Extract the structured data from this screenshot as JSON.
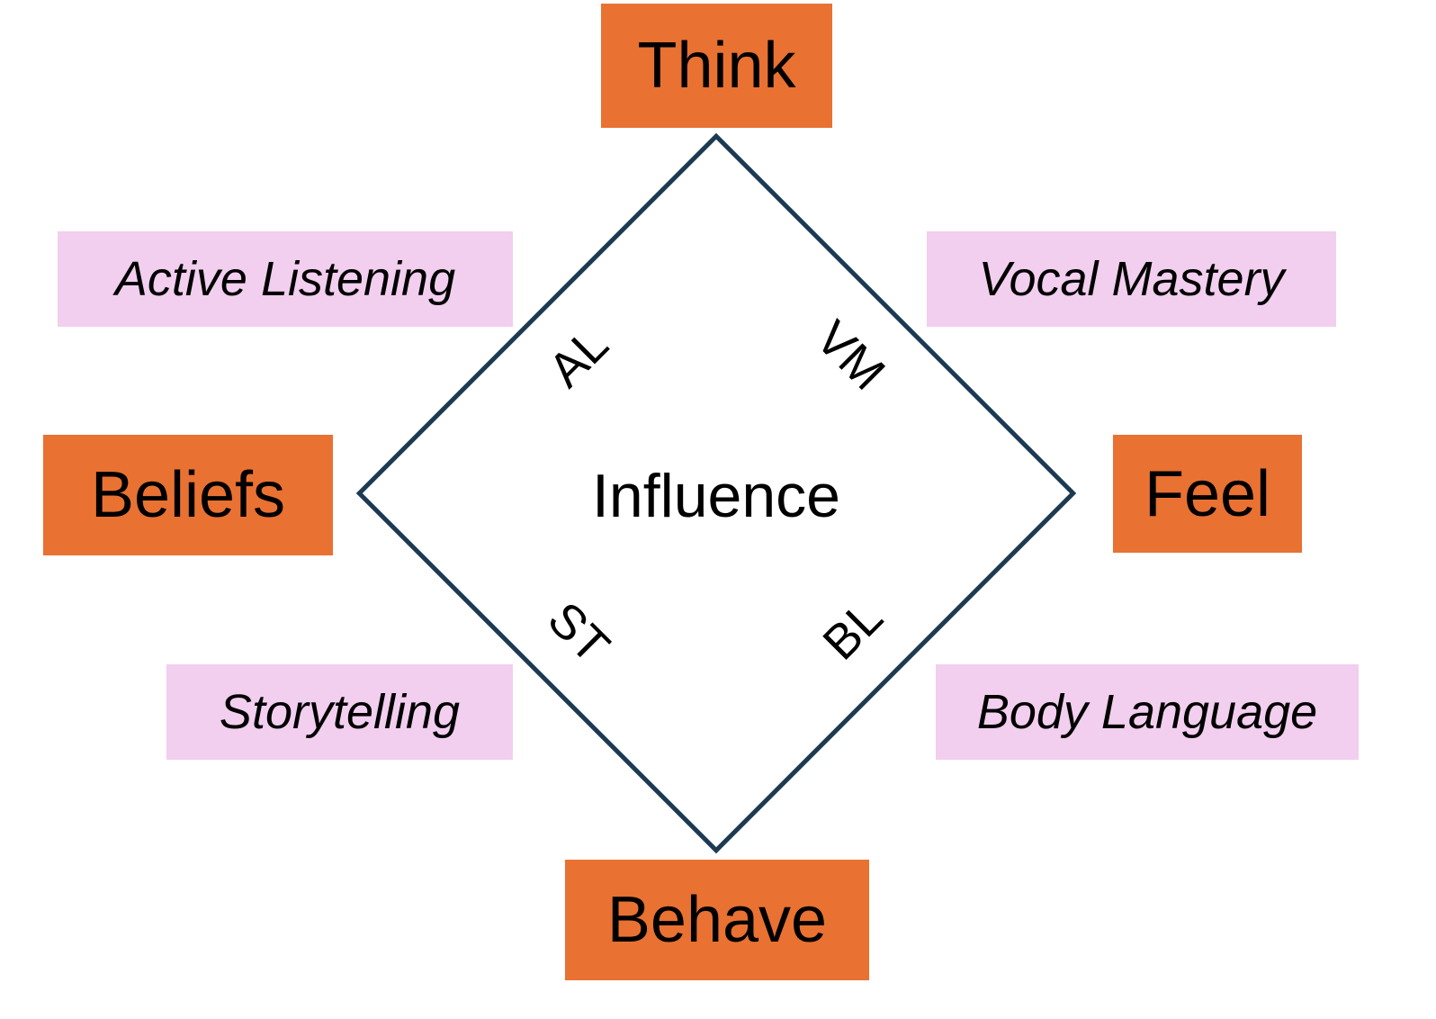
{
  "diagram": {
    "center_label": "Influence",
    "nodes": {
      "top": "Think",
      "left": "Beliefs",
      "right": "Feel",
      "bottom": "Behave"
    },
    "edge_labels": {
      "top_left": "AL",
      "top_right": "VM",
      "bottom_left": "ST",
      "bottom_right": "BL"
    },
    "skill_labels": {
      "top_left": "Active Listening",
      "top_right": "Vocal Mastery",
      "bottom_left": "Storytelling",
      "bottom_right": "Body Language"
    },
    "colors": {
      "node_fill": "#E97132",
      "skill_fill": "#F2CEEF",
      "diamond_stroke": "#1C3A52",
      "text": "#000000",
      "background": "#FFFFFF"
    }
  }
}
